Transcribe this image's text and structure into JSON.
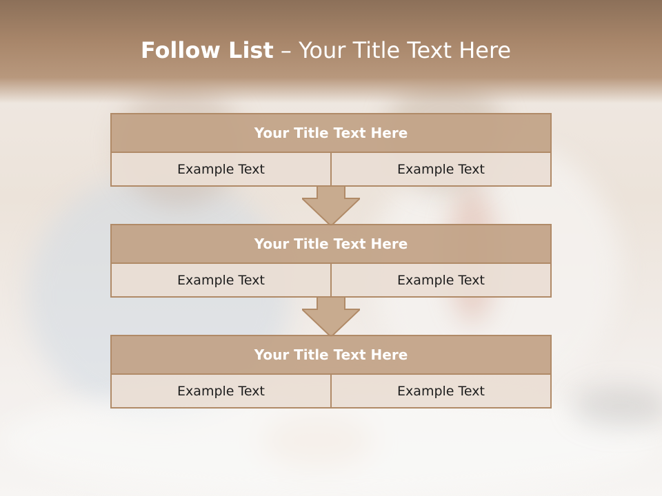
{
  "slide": {
    "title_bold": "Follow List",
    "title_rest": " – Your Title Text Here"
  },
  "steps": [
    {
      "title": "Your Title Text Here",
      "left": "Example Text",
      "right": "Example Text"
    },
    {
      "title": "Your Title Text Here",
      "left": "Example Text",
      "right": "Example Text"
    },
    {
      "title": "Your Title Text Here",
      "left": "Example Text",
      "right": "Example Text"
    }
  ],
  "colors": {
    "header": "#a8866a",
    "title_bar": "#c2a386",
    "cell": "#eadfd4",
    "border": "#b08a67",
    "arrow": "#c8ab8f"
  }
}
